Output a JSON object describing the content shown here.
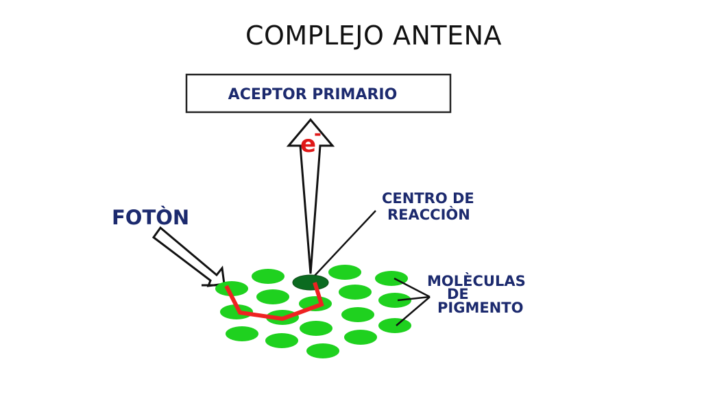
{
  "title": "COMPLEJO ANTENA",
  "diagram": {
    "acceptor_label": "ACEPTOR PRIMARIO",
    "electron_label": "e",
    "electron_charge": "-",
    "photon_label": "FOTÒN",
    "reaction_center_label": [
      "CENTRO DE",
      "REACCIÒN"
    ],
    "pigment_label": [
      "MOLÈCULAS",
      "DE",
      "PIGMENTO"
    ]
  },
  "colors": {
    "label_blue": "#1c2a6e",
    "molecule_green": "#1fd11f",
    "reaction_center_green": "#0b6b20",
    "energy_path_red": "#ee2222",
    "electron_red": "#e01818"
  }
}
